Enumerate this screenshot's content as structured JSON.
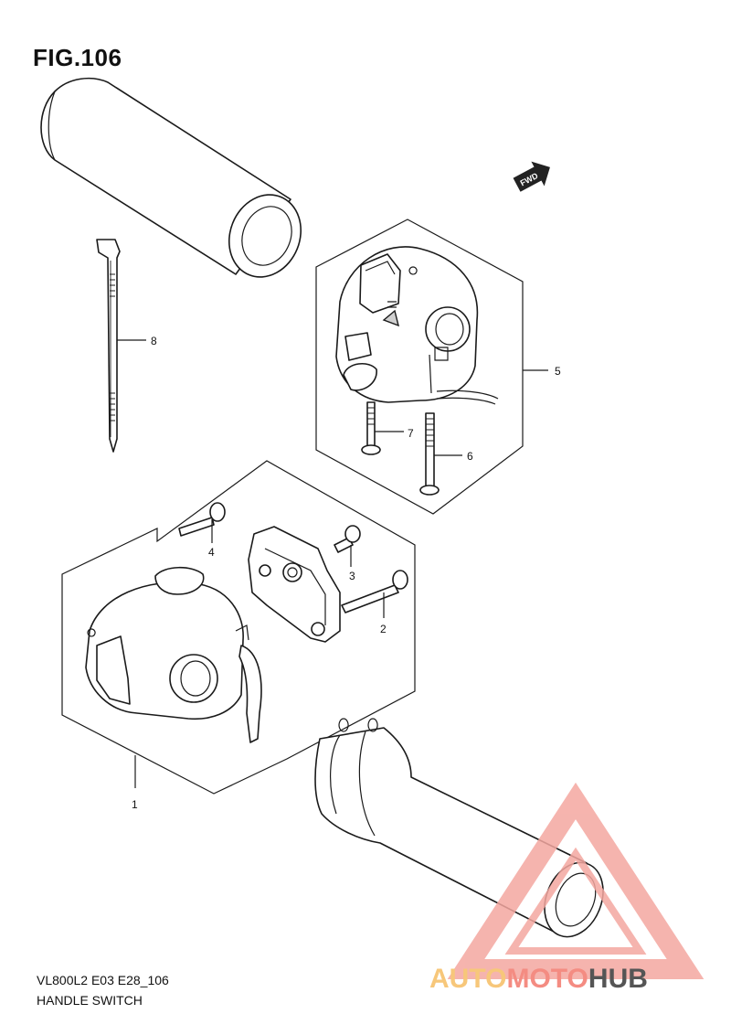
{
  "figure": {
    "title": "FIG.106",
    "model_code": "VL800L2 E03 E28_106",
    "section_name": "HANDLE SWITCH",
    "fwd_label": "FWD"
  },
  "callouts": [
    "1",
    "2",
    "3",
    "4",
    "5",
    "6",
    "7",
    "8"
  ],
  "watermark": {
    "part1": "AUTO",
    "part2": "MOTO",
    "part3": "HUB",
    "color1": "#f7c77a",
    "color2": "#f48c82",
    "color3": "#555555"
  },
  "colors": {
    "ink": "#1a1a1a",
    "shade": "#d0d0d0",
    "watermark_triangle": "#f4a7a0"
  }
}
